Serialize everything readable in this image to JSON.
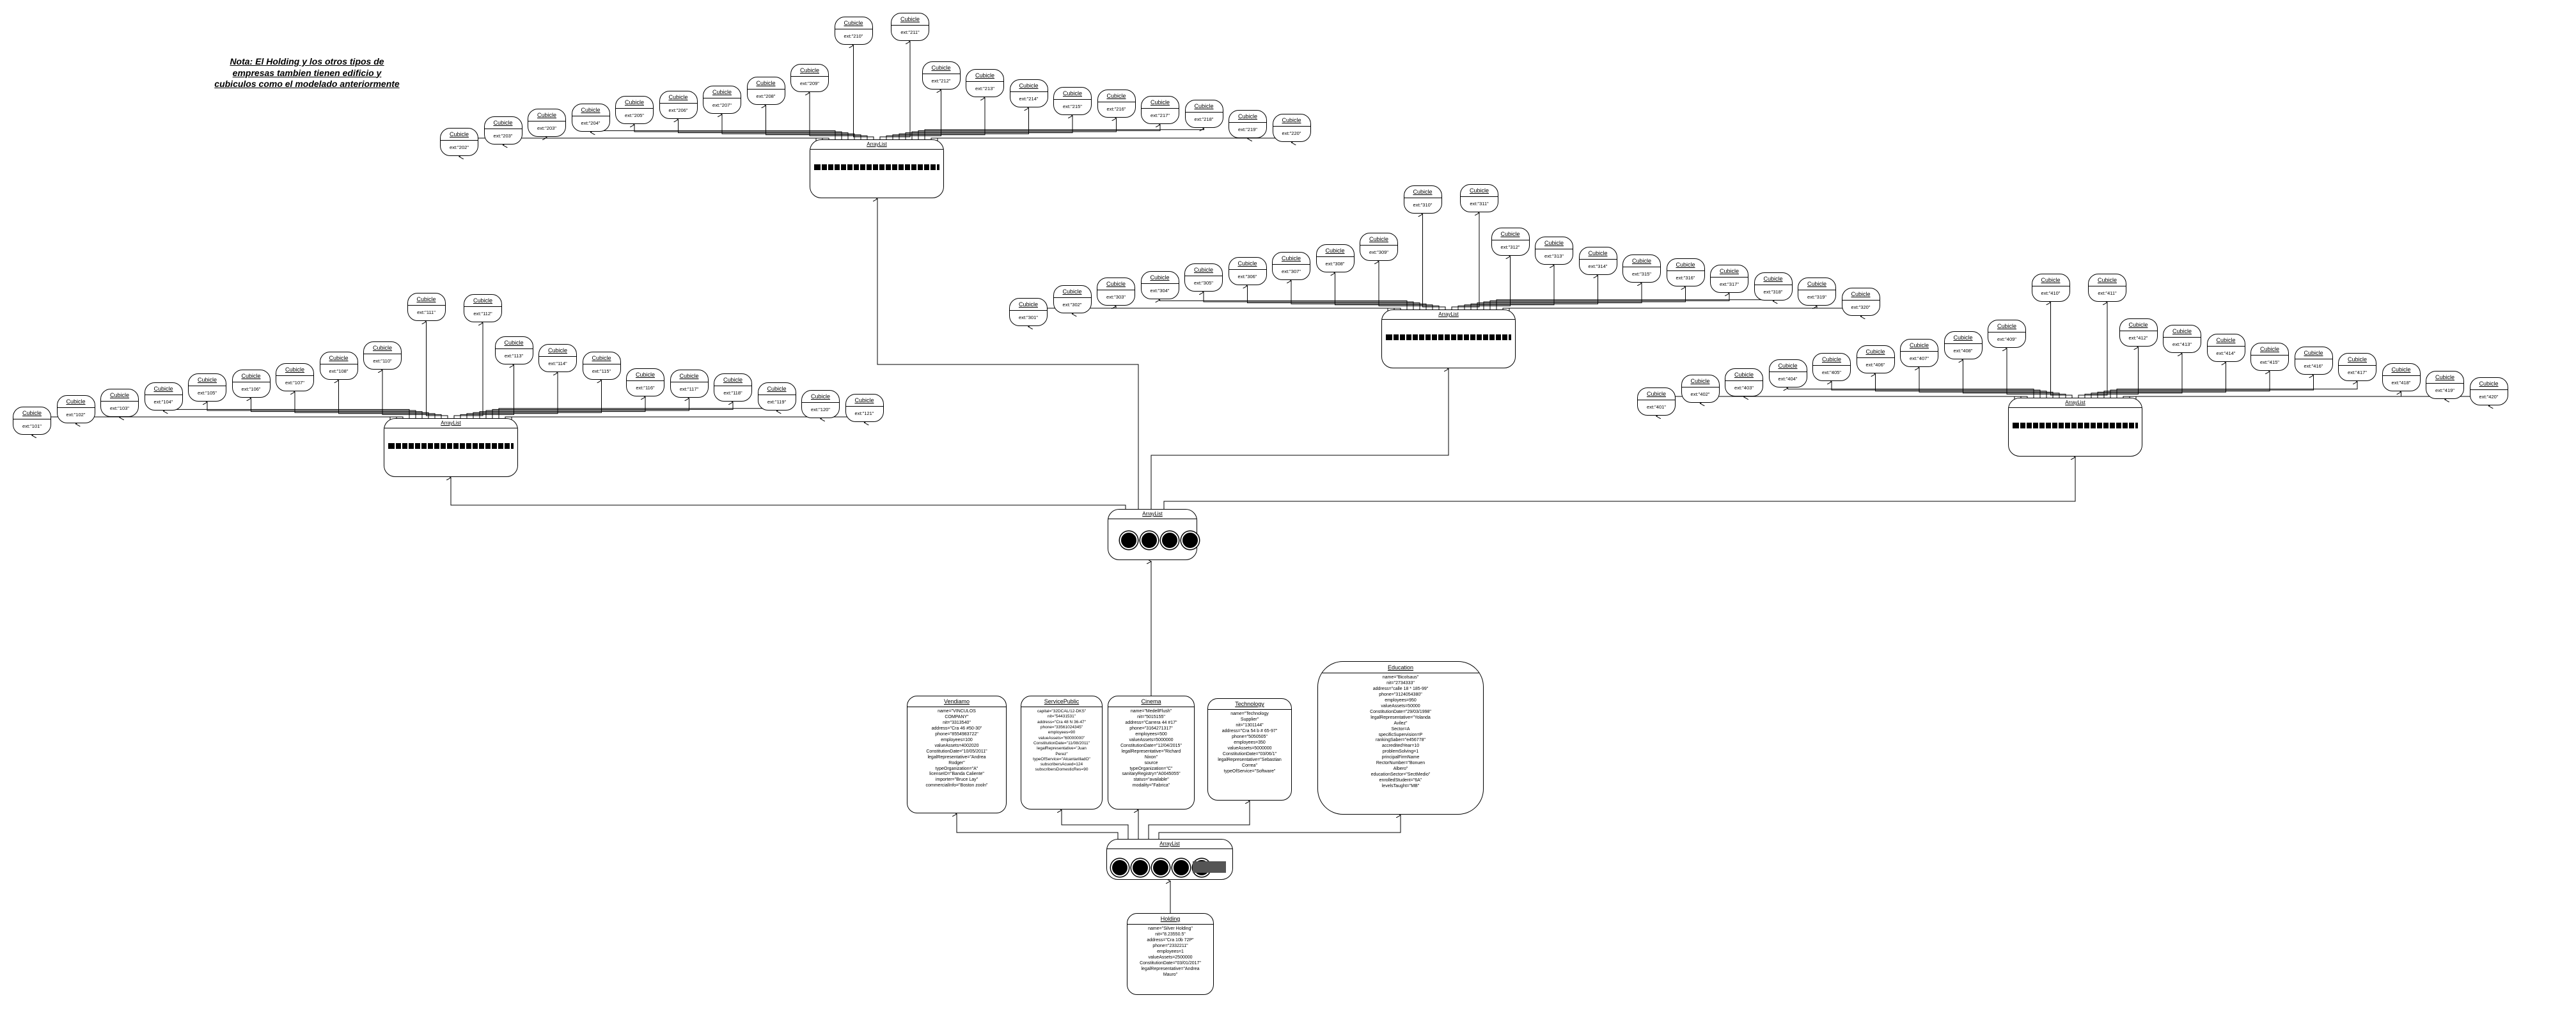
{
  "note": "Nota: El Holding y los otros tipos de empresas tambien tienen edificio y cubiculos como el modelado anteriormente",
  "cubicle_label": "Cubicle",
  "array_label": "ArrayList",
  "arrays": {
    "root": "ArrayList",
    "a1": "ArrayList",
    "a2": "ArrayList",
    "a3": "ArrayList",
    "a4": "ArrayList"
  },
  "entities": {
    "holding": {
      "title": "Holding",
      "text": "name=\"Silver Holding\"\nnit=\"8.23550.5\"\naddress=\"Cra 10b 72P\"\nphone=\"2332211\"\nemployees=1\nvalueAssets=2500000\nConstitutionDate=\"03/01/2017\"\nlegalRepresentative=\"Andrea\nMauro\""
    },
    "vendiamo": {
      "title": "Vendiamo",
      "text": "name=\"VINCULOS\nCOMPANY\"\nnit=\"3313540\"\naddress=\"Cra 46 #50-30\"\nphone=\"8554983722\"\nemployees=100\nvalueAssets=4002020\nConstitutionDate=\"10/05/2011\"\nlegalRepresentative=\"Andrea\nRodger\"\ntypeOrganization=\"A\"\nlicenseID=\"Banda Caliente\"\nimporter=\"Bruce Lay\"\ncommercialInfo=\"Boston zooln\""
    },
    "servicepublic": {
      "title": "ServicePublic",
      "text": "capital=\"32DCAL/12-DKS\"\nnit=\"54431531\"\naddress=\"Cra 48 N 36-47\"\nphone=\"33561024345\"\nemployees=90\nvalueAssets=\"60000000\"\nConstitutionDate=\"11/08/2011\"\nlegalRepresentative=\"Juan\nPerez\"\ntypeOfService=\"AlcantarilladO\"\nsubscribersAcued=124\nsubscribersDomesticRes=90"
    },
    "cinema": {
      "title": "Cinema",
      "text": "name=\"MedellFlush\"\nnit=\"5015155\"\naddress=\"Carrera 44 #17\"\nphone=\"3164271317\"\nemployees=500\nvalueAssets=5000000\nConstitutionDate=\"12/04/2015\"\nlegalRepresentative=\"Richard\nNixon\"\nsource\ntypeOrganization=\"C\"\nsanitaryRegistry=\"A0045055\"\nstatus=\"available\"\nmodality=\"Fabrica\""
    },
    "technology": {
      "title": "Technology",
      "text": "name=\"Technology\nSupplier\"\nnit=\"1301144\"\naddress=\"Cra 54 b # 65-97\"\nphone=\"5050505\"\nemployees=350\nvalueAssets=5000000\nConstitutionDate=\"03/06/1\"\nlegalRepresentative=\"Sebastian\nCorrea\"\ntypeOfService=\"Software\""
    },
    "education": {
      "title": "Education",
      "text": "name=\"Bicolsaus\"\nnit=\"2734333\"\naddress=\"calle 18 * 185-99\"\nphone=\"3124054380\"\nemployees=950\nvalueAssets=50000\nConstitutionDate=\"29/03/1998\"\nlegalRepresentative=\"Yolanda\nAvilez\"\nSector=A\nspecificSupervision=P\nrankingSaber=\"e456778\"\naccreditedYear=10\nproblemSolving=1\nprincipalFirmName\nRectorNumber=\"Bonuen\nAlbero\"\neducationSector=\"SectMedio\"\nenrolledStudent=\"6A\"\nlevelsTaught=\"MB\""
    }
  },
  "groups": {
    "g1": {
      "cubicles": [
        "ext:\"202\"",
        "ext:\"203\"",
        "ext:\"203\"",
        "ext:\"204\"",
        "ext:\"205\"",
        "ext:\"206\"",
        "ext:\"207\"",
        "ext:\"208\"",
        "ext:\"209\"",
        "ext:\"210\"",
        "ext:\"211\"",
        "ext:\"212\"",
        "ext:\"213\"",
        "ext:\"214\"",
        "ext:\"215\"",
        "ext:\"216\"",
        "ext:\"217\"",
        "ext:\"218\"",
        "ext:\"219\"",
        "ext:\"220\""
      ]
    },
    "g2": {
      "cubicles": [
        "ext:\"101\"",
        "ext:\"102\"",
        "ext:\"103\"",
        "ext:\"104\"",
        "ext:\"105\"",
        "ext:\"106\"",
        "ext:\"107\"",
        "ext:\"108\"",
        "ext:\"110\"",
        "ext:\"111\"",
        "ext:\"112\"",
        "ext:\"113\"",
        "ext:\"114\"",
        "ext:\"115\"",
        "ext:\"116\"",
        "ext:\"117\"",
        "ext:\"118\"",
        "ext:\"119\"",
        "ext:\"120\"",
        "ext:\"121\""
      ]
    },
    "g3": {
      "cubicles": [
        "ext:\"301\"",
        "ext:\"302\"",
        "ext:\"303\"",
        "ext:\"304\"",
        "ext:\"305\"",
        "ext:\"306\"",
        "ext:\"307\"",
        "ext:\"308\"",
        "ext:\"309\"",
        "ext:\"310\"",
        "ext:\"311\"",
        "ext:\"312\"",
        "ext:\"313\"",
        "ext:\"314\"",
        "ext:\"315\"",
        "ext:\"316\"",
        "ext:\"317\"",
        "ext:\"318\"",
        "ext:\"319\"",
        "ext:\"320\""
      ]
    },
    "g4": {
      "cubicles": [
        "ext:\"401\"",
        "ext:\"402\"",
        "ext:\"403\"",
        "ext:\"404\"",
        "ext:\"405\"",
        "ext:\"406\"",
        "ext:\"407\"",
        "ext:\"408\"",
        "ext:\"409\"",
        "ext:\"410\"",
        "ext:\"411\"",
        "ext:\"412\"",
        "ext:\"413\"",
        "ext:\"414\"",
        "ext:\"415\"",
        "ext:\"416\"",
        "ext:\"417\"",
        "ext:\"418\"",
        "ext:\"419\"",
        "ext:\"420\""
      ]
    }
  }
}
